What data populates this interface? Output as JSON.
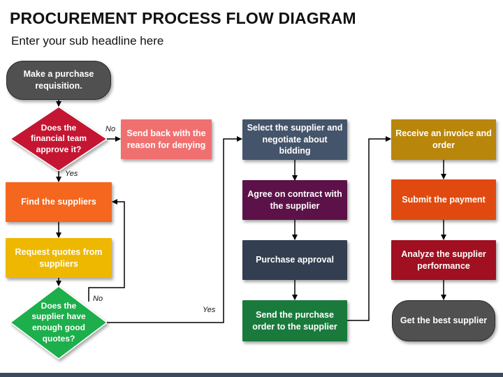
{
  "header": {
    "title": "PROCUREMENT PROCESS FLOW DIAGRAM",
    "subtitle": "Enter your sub headline here"
  },
  "colors": {
    "gray": "#505050",
    "crimson": "#c41230",
    "pink": "#f07070",
    "orange": "#f5671e",
    "yellow": "#eeb800",
    "green_diamond": "#1faf4b",
    "slate": "#44546a",
    "purple": "#5c1248",
    "dark_slate": "#333f50",
    "dark_green": "#1a7a3c",
    "olive_gold": "#b8860b",
    "orange_red": "#e04a10",
    "dark_red": "#a01020",
    "bar": "#3a4a5c"
  },
  "nodes": {
    "start": "Make a purchase requisition.",
    "approve_q": "Does the financial team approve it?",
    "send_back": "Send back with the reason for denying",
    "find_suppliers": "Find the suppliers",
    "request_quotes": "Request quotes from suppliers",
    "quotes_q": "Does the supplier have enough good quotes?",
    "select_supplier": "Select the supplier and negotiate about bidding",
    "agree_contract": "Agree on contract with the supplier",
    "purchase_approval": "Purchase approval",
    "send_order": "Send the purchase order to the supplier",
    "receive_invoice": "Receive an invoice and order",
    "submit_payment": "Submit the payment",
    "analyze_supplier": "Analyze the supplier performance",
    "best_supplier": "Get the best supplier"
  },
  "labels": {
    "no_1": "No",
    "yes_1": "Yes",
    "no_2": "No",
    "yes_2": "Yes"
  }
}
